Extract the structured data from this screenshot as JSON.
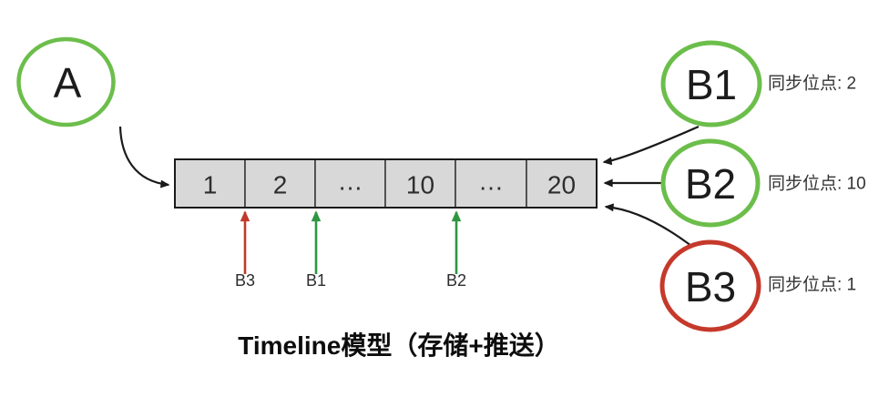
{
  "title": "Timeline模型（存储+推送）",
  "colors": {
    "green": "#6CBE4B",
    "red": "#C5392B",
    "arrow_green": "#2E9640",
    "arrow_red": "#C0392B",
    "cell_bg": "#D8D8D8",
    "line": "#1A1A1A"
  },
  "node_a": {
    "label": "A"
  },
  "timeline": {
    "cells": [
      "1",
      "2",
      "…",
      "10",
      "…",
      "20"
    ]
  },
  "consumers": [
    {
      "label": "B1",
      "sync_label": "同步位点: 2"
    },
    {
      "label": "B2",
      "sync_label": "同步位点: 10"
    },
    {
      "label": "B3",
      "sync_label": "同步位点: 1"
    }
  ],
  "pointers": [
    {
      "label": "B3"
    },
    {
      "label": "B1"
    },
    {
      "label": "B2"
    }
  ]
}
